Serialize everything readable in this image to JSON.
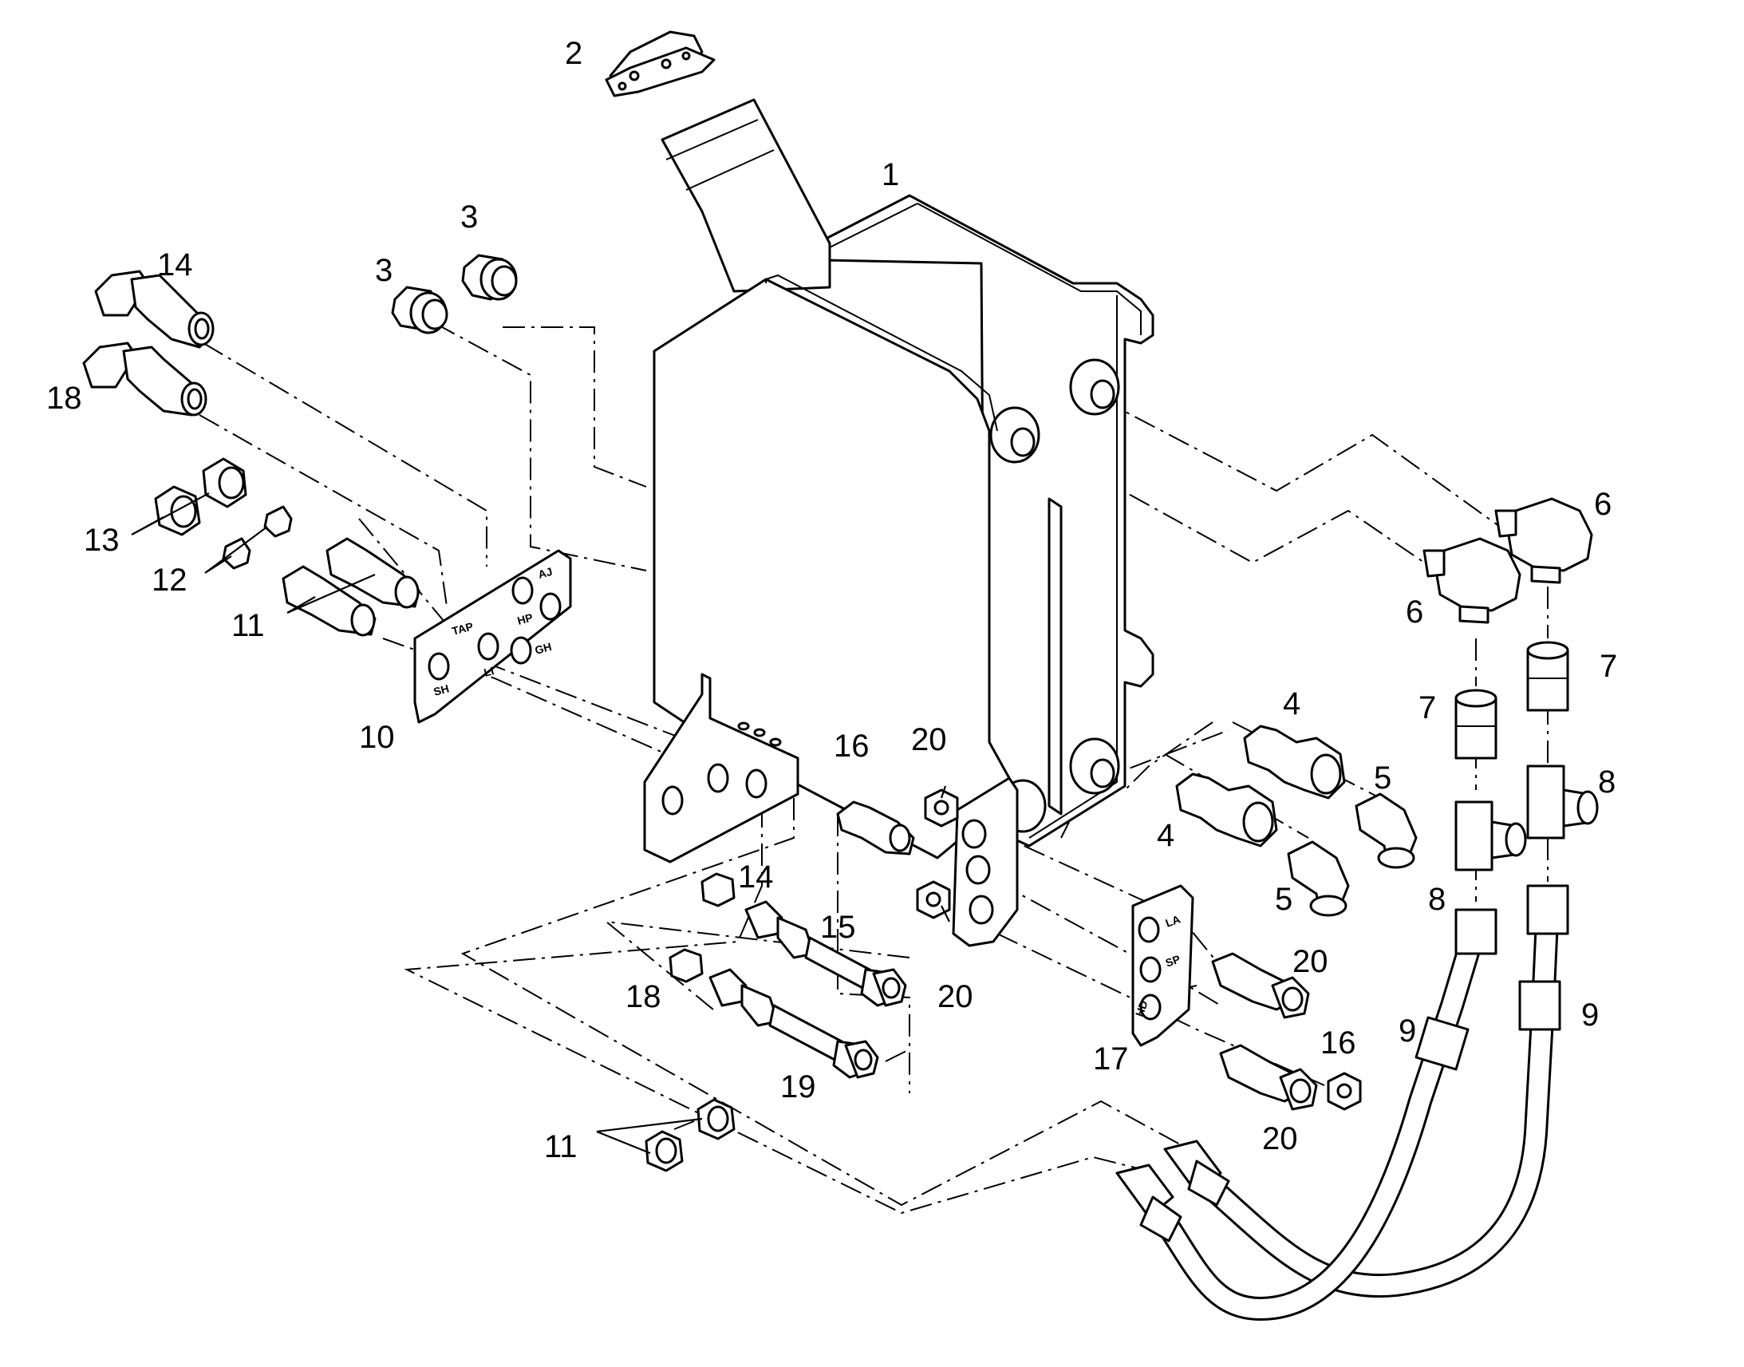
{
  "callouts": [
    {
      "id": "c1",
      "text": "1"
    },
    {
      "id": "c2",
      "text": "2"
    },
    {
      "id": "c3a",
      "text": "3"
    },
    {
      "id": "c3b",
      "text": "3"
    },
    {
      "id": "c4a",
      "text": "4"
    },
    {
      "id": "c4b",
      "text": "4"
    },
    {
      "id": "c5a",
      "text": "5"
    },
    {
      "id": "c5b",
      "text": "5"
    },
    {
      "id": "c6a",
      "text": "6"
    },
    {
      "id": "c6b",
      "text": "6"
    },
    {
      "id": "c7a",
      "text": "7"
    },
    {
      "id": "c7b",
      "text": "7"
    },
    {
      "id": "c8a",
      "text": "8"
    },
    {
      "id": "c8b",
      "text": "8"
    },
    {
      "id": "c9a",
      "text": "9"
    },
    {
      "id": "c9b",
      "text": "9"
    },
    {
      "id": "c10",
      "text": "10"
    },
    {
      "id": "c11a",
      "text": "11"
    },
    {
      "id": "c11b",
      "text": "11"
    },
    {
      "id": "c12",
      "text": "12"
    },
    {
      "id": "c13",
      "text": "13"
    },
    {
      "id": "c14a",
      "text": "14"
    },
    {
      "id": "c14b",
      "text": "14"
    },
    {
      "id": "c15",
      "text": "15"
    },
    {
      "id": "c16a",
      "text": "16"
    },
    {
      "id": "c16b",
      "text": "16"
    },
    {
      "id": "c17",
      "text": "17"
    },
    {
      "id": "c18a",
      "text": "18"
    },
    {
      "id": "c18b",
      "text": "18"
    },
    {
      "id": "c19",
      "text": "19"
    },
    {
      "id": "c20a",
      "text": "20"
    },
    {
      "id": "c20b",
      "text": "20"
    },
    {
      "id": "c20c",
      "text": "20"
    },
    {
      "id": "c20d",
      "text": "20"
    }
  ],
  "plate_left": {
    "codes": [
      "AJ",
      "HP",
      "TAP",
      "LI",
      "GH",
      "SH"
    ]
  },
  "plate_right": {
    "codes": [
      "LA",
      "SP",
      "HD"
    ]
  }
}
